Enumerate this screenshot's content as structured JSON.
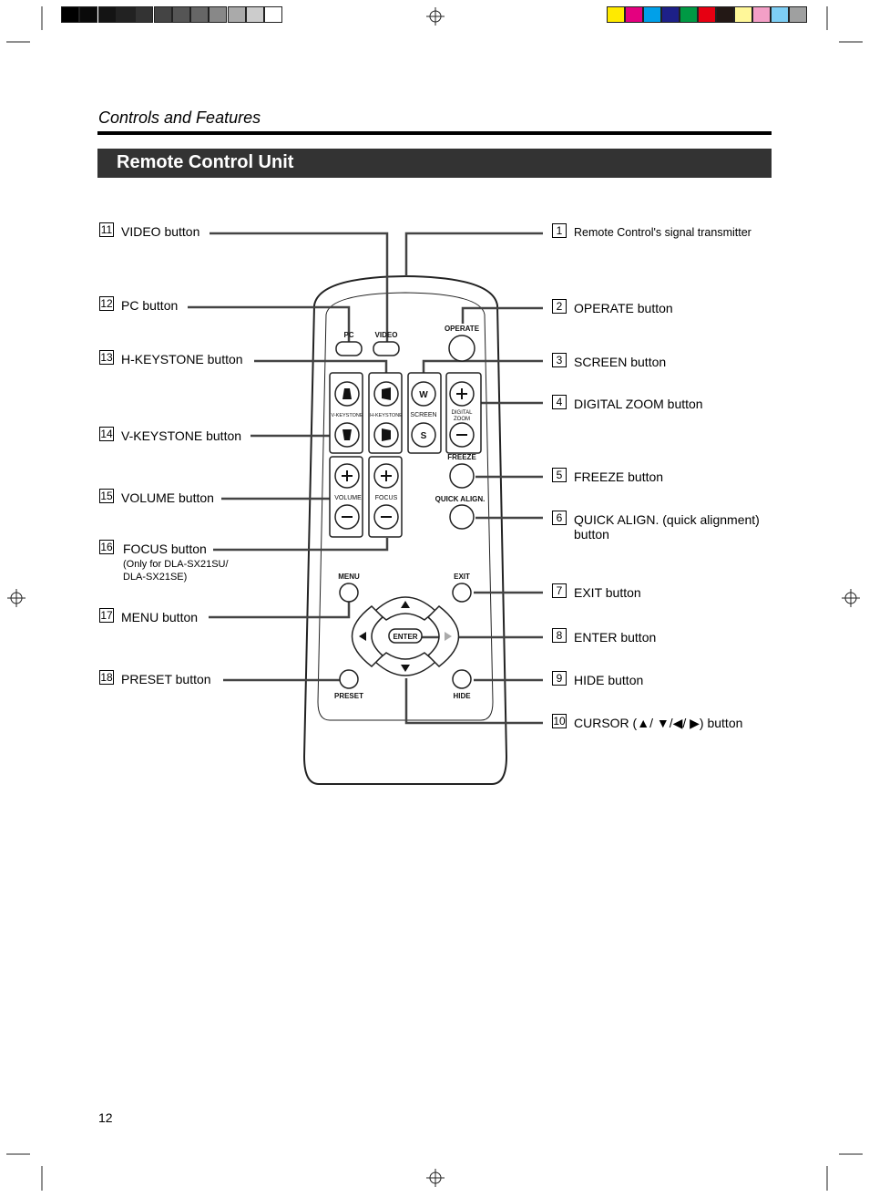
{
  "print_marks": {
    "gray_swatches": [
      "#000000",
      "#0a0a0a",
      "#141414",
      "#222222",
      "#333333",
      "#444444",
      "#555555",
      "#666666",
      "#888888",
      "#aaaaaa",
      "#cccccc",
      "#ffffff"
    ],
    "color_swatches": [
      "#ffea00",
      "#e4007f",
      "#00a0e9",
      "#1d2088",
      "#009944",
      "#e60012",
      "#231815",
      "#fff799",
      "#f39fc6",
      "#7ecef4",
      "#9fa0a0"
    ]
  },
  "header": {
    "section": "Controls and Features",
    "banner": "Remote Control Unit"
  },
  "callouts_left": [
    {
      "num": "11",
      "label": "VIDEO button"
    },
    {
      "num": "12",
      "label": "PC button"
    },
    {
      "num": "13",
      "label": "H-KEYSTONE button"
    },
    {
      "num": "14",
      "label": "V-KEYSTONE button"
    },
    {
      "num": "15",
      "label": "VOLUME button"
    },
    {
      "num": "16",
      "label": "FOCUS button",
      "note1": "(Only for DLA-SX21SU/",
      "note2": "DLA-SX21SE)"
    },
    {
      "num": "17",
      "label": "MENU button"
    },
    {
      "num": "18",
      "label": "PRESET button"
    }
  ],
  "callouts_right": [
    {
      "num": "1",
      "label": "Remote Control's signal transmitter"
    },
    {
      "num": "2",
      "label": "OPERATE button"
    },
    {
      "num": "3",
      "label": "SCREEN button"
    },
    {
      "num": "4",
      "label": "DIGITAL ZOOM button"
    },
    {
      "num": "5",
      "label": "FREEZE button"
    },
    {
      "num": "6",
      "label": "QUICK ALIGN. (quick alignment)",
      "label2": "button"
    },
    {
      "num": "7",
      "label": "EXIT button"
    },
    {
      "num": "8",
      "label": "ENTER button"
    },
    {
      "num": "9",
      "label": "HIDE button"
    },
    {
      "num": "10",
      "label": "CURSOR (▲/ ▼/◀/ ▶) button"
    }
  ],
  "remote": {
    "pc": "PC",
    "video": "VIDEO",
    "operate": "OPERATE",
    "v_keystone": "V-KEYSTONE",
    "h_keystone": "H-KEYSTONE",
    "screen": "SCREEN",
    "screen_w": "W",
    "screen_s": "S",
    "digital_zoom_1": "DIGITAL",
    "digital_zoom_2": "ZOOM",
    "freeze": "FREEZE",
    "volume": "VOLUME",
    "focus": "FOCUS",
    "quick_align": "QUICK ALIGN.",
    "menu": "MENU",
    "exit": "EXIT",
    "enter": "ENTER",
    "preset": "PRESET",
    "hide": "HIDE"
  },
  "page_number": "12"
}
